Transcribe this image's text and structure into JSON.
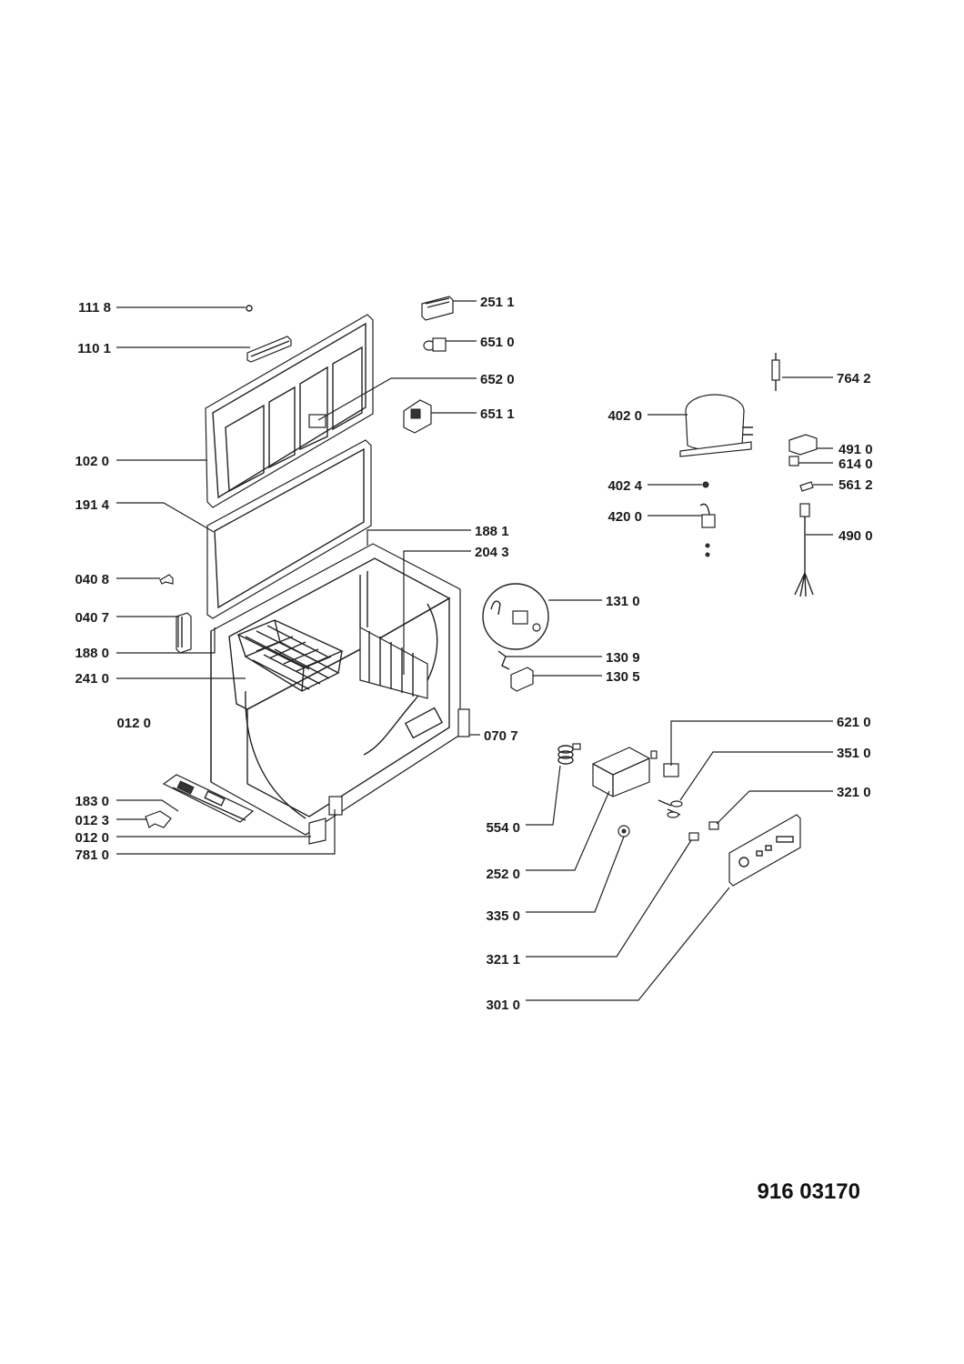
{
  "document_code": "916 03170",
  "labels": {
    "l1118": "111 8",
    "l1101": "110 1",
    "l1020": "102 0",
    "l1914": "191 4",
    "l0408": "040 8",
    "l0407": "040 7",
    "l1880": "188 0",
    "l2410": "241 0",
    "l0120a": "012 0",
    "l1830": "183 0",
    "l0123": "012 3",
    "l0120b": "012 0",
    "l7810": "781 0",
    "l2511": "251 1",
    "l6510": "651 0",
    "l6520": "652 0",
    "l6511": "651 1",
    "l1881": "188 1",
    "l2043": "204 3",
    "l1310": "131 0",
    "l1309": "130 9",
    "l1305": "130 5",
    "l0707": "070 7",
    "l7642": "764 2",
    "l4020": "402 0",
    "l4910": "491 0",
    "l6140": "614 0",
    "l4024": "402 4",
    "l5612": "561 2",
    "l4200": "420 0",
    "l4900": "490 0",
    "l6210": "621 0",
    "l3510": "351 0",
    "l3210": "321 0",
    "l5540": "554 0",
    "l2520": "252 0",
    "l3350": "335 0",
    "l3211": "321 1",
    "l3010": "301 0"
  }
}
